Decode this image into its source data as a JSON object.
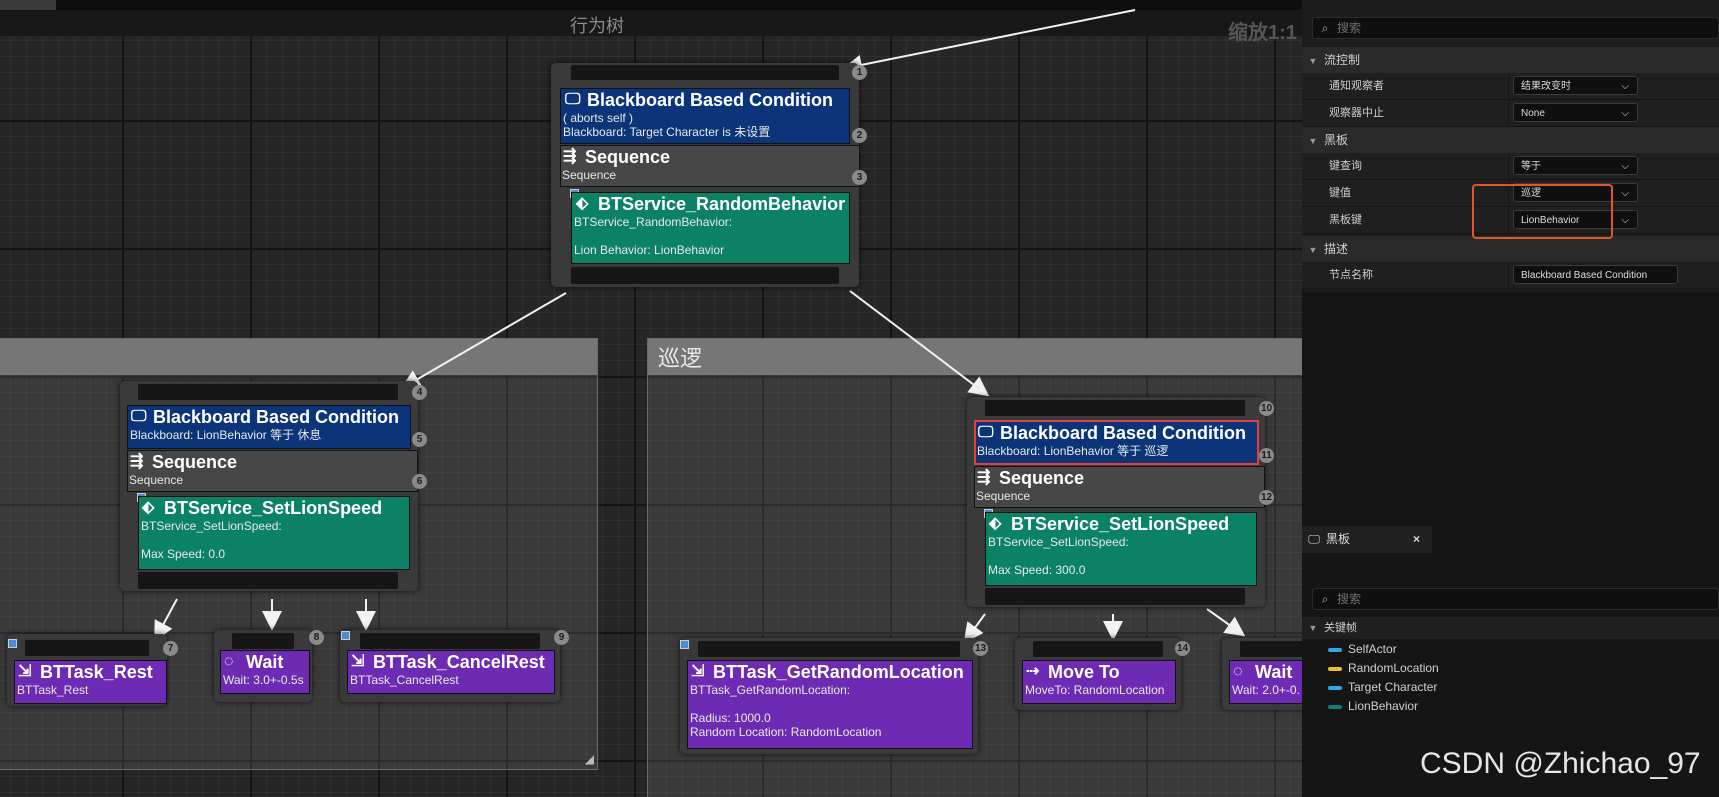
{
  "graph": {
    "title": "行为树",
    "zoom": "缩放1:1",
    "comment_right_title": "巡逻",
    "root": {
      "pins": [
        "1",
        "2",
        "3"
      ],
      "decorator": {
        "title": "Blackboard Based Condition",
        "line1": "( aborts self )",
        "line2": "Blackboard: Target Character is 未设置"
      },
      "composite": {
        "title": "Sequence",
        "sub": "Sequence"
      },
      "service": {
        "title": "BTService_RandomBehavior",
        "line1": "BTService_RandomBehavior:",
        "line2": "Lion Behavior: LionBehavior"
      }
    },
    "left": {
      "pins": [
        "4",
        "5",
        "6"
      ],
      "decorator": {
        "title": "Blackboard Based Condition",
        "line1": "Blackboard: LionBehavior 等于 休息"
      },
      "composite": {
        "title": "Sequence",
        "sub": "Sequence"
      },
      "service": {
        "title": "BTService_SetLionSpeed",
        "line1": "BTService_SetLionSpeed:",
        "line2": "Max Speed: 0.0"
      }
    },
    "right": {
      "pins": [
        "10",
        "11",
        "12"
      ],
      "decorator": {
        "title": "Blackboard Based Condition",
        "line1": "Blackboard: LionBehavior 等于 巡逻"
      },
      "composite": {
        "title": "Sequence",
        "sub": "Sequence"
      },
      "service": {
        "title": "BTService_SetLionSpeed",
        "line1": "BTService_SetLionSpeed:",
        "line2": "Max Speed: 300.0"
      }
    },
    "tasks": [
      {
        "pin": "7",
        "title": "BTTask_Rest",
        "line1": "BTTask_Rest"
      },
      {
        "pin": "8",
        "title": "Wait",
        "line1": "Wait: 3.0+-0.5s"
      },
      {
        "pin": "9",
        "title": "BTTask_CancelRest",
        "line1": "BTTask_CancelRest"
      },
      {
        "pin": "13",
        "title": "BTTask_GetRandomLocation",
        "line1": "BTTask_GetRandomLocation:",
        "line2": "Radius: 1000.0",
        "line3": "Random Location: RandomLocation"
      },
      {
        "pin": "14",
        "title": "Move To",
        "line1": "MoveTo: RandomLocation"
      },
      {
        "pin": "",
        "title": "Wait",
        "line1": "Wait: 2.0+-0."
      }
    ]
  },
  "details": {
    "search_placeholder": "搜索",
    "categories": {
      "flow": "流控制",
      "blackboard": "黑板",
      "description": "描述"
    },
    "rows": [
      {
        "label": "通知观察者",
        "value": "结果改变时"
      },
      {
        "label": "观察器中止",
        "value": "None"
      },
      {
        "label": "键查询",
        "value": "等于"
      },
      {
        "label": "键值",
        "value": "巡逻"
      },
      {
        "label": "黑板键",
        "value": "LionBehavior"
      },
      {
        "label": "节点名称",
        "value": "Blackboard Based Condition"
      }
    ]
  },
  "blackboard_panel": {
    "tab_label": "黑板",
    "close": "×",
    "search_placeholder": "搜索",
    "section": "关键帧",
    "keys": [
      {
        "name": "SelfActor",
        "color": "#2ea6e8"
      },
      {
        "name": "RandomLocation",
        "color": "#e8c41a"
      },
      {
        "name": "Target Character",
        "color": "#2ea6e8"
      },
      {
        "name": "LionBehavior",
        "color": "#0f7a76"
      }
    ]
  },
  "watermark": "CSDN @Zhichao_97"
}
